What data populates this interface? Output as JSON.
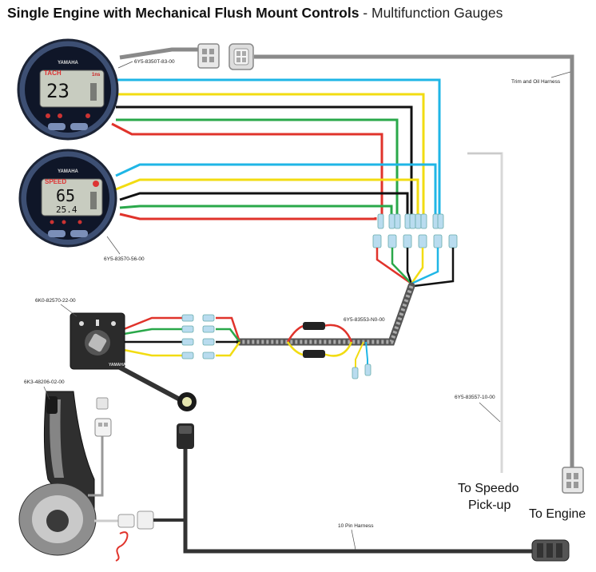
{
  "title": {
    "main": "Single Engine with Mechanical Flush Mount Controls",
    "separator": " - ",
    "sub": "Multifunction Gauges"
  },
  "gauges": {
    "tach": {
      "brand": "YAMAHA",
      "mode": "TACH",
      "reading": "23",
      "mode_indicator": "1ns",
      "part_number": "6Y5-8350T-83-00"
    },
    "speedo": {
      "brand": "YAMAHA",
      "mode": "SPEED",
      "reading": "65",
      "sub_reading": "25.4",
      "part_number": "6Y5-83570-56-00"
    }
  },
  "labels": {
    "trim_oil_harness": "Trim and Oil Harness",
    "switch_panel_part": "6K0-82570-22-00",
    "control_part": "6K3-48206-02-00",
    "harness_part": "6Y5-83553-N0-00",
    "speedo_line_part": "6Y5-83557-10-00",
    "ten_pin_harness": "10 Pin Harness",
    "to_speedo_line1": "To Speedo",
    "to_speedo_line2": "Pick-up",
    "to_engine": "To Engine"
  },
  "switch_panel": {
    "brand": "YAMAHA"
  },
  "wire_colors": {
    "cyan": "#1fb6e6",
    "yellow": "#f2dc12",
    "black": "#111111",
    "green": "#2aa84a",
    "red": "#e0332b",
    "grey_harness": "#8a8a8a"
  }
}
